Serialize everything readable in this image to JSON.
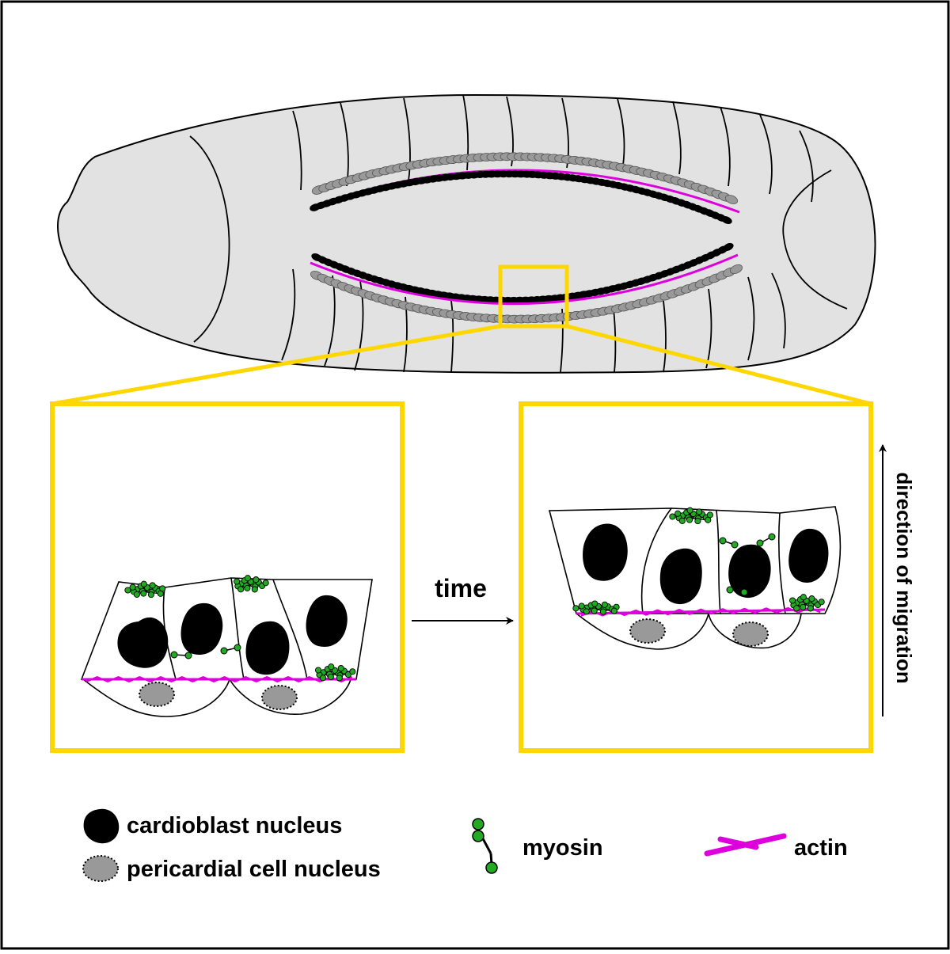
{
  "labels": {
    "time": "time",
    "direction": "direction of migration"
  },
  "legend": {
    "cardioblast": "cardioblast nucleus",
    "pericardial": "pericardial cell nucleus",
    "myosin": "myosin",
    "actin": "actin"
  },
  "colors": {
    "embryo_fill": "#e2e2e2",
    "actin": "#dd00dd",
    "myosin": "#22aa22",
    "highlight": "#ffd700",
    "pericardial": "#999999",
    "cardioblast": "#000000"
  },
  "icons": [
    "cardioblast-nucleus-icon",
    "pericardial-nucleus-icon",
    "myosin-icon",
    "actin-icon",
    "arrow-right-icon",
    "arrow-up-icon"
  ]
}
